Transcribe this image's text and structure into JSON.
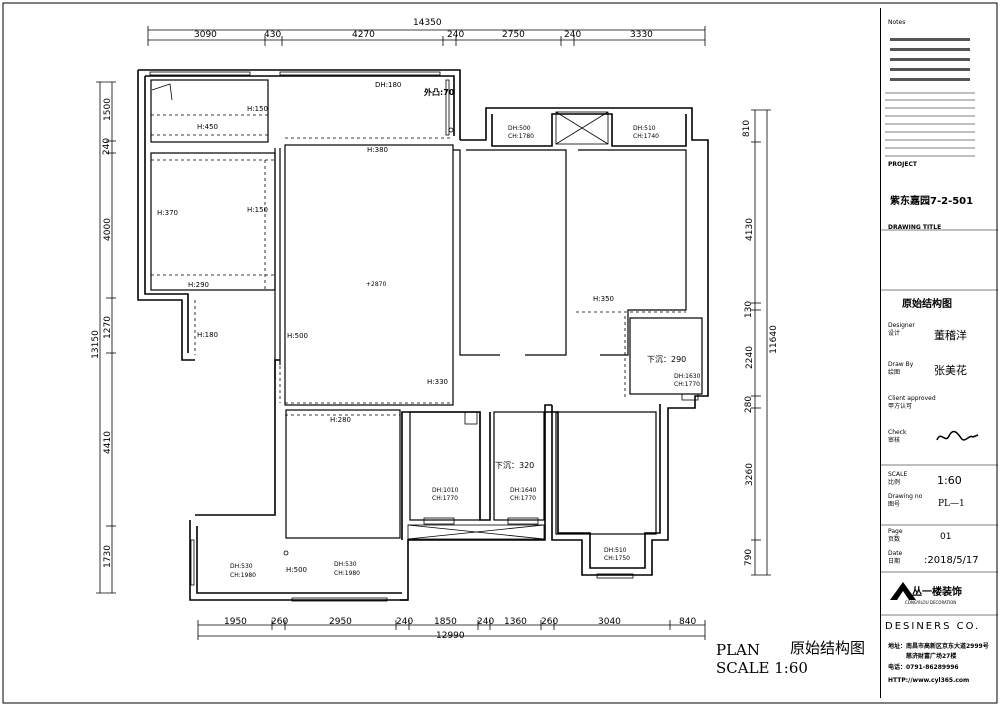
{
  "dims": {
    "top_total": "14350",
    "top": [
      "3090",
      "430",
      "4270",
      "240",
      "2750",
      "240",
      "3330"
    ],
    "bottom_total": "12990",
    "bottom": [
      "1950",
      "260",
      "2950",
      "240",
      "1850",
      "240",
      "1360",
      "260",
      "3040",
      "840"
    ],
    "left_total": "13150",
    "left": [
      "1500",
      "240",
      "4000",
      "1270",
      "4410",
      "1730"
    ],
    "right_total": "11640",
    "right": [
      "810",
      "4130",
      "130",
      "2240",
      "280",
      "3260",
      "790"
    ]
  },
  "labels": {
    "dh180_top": "DH:180",
    "waitu": "外凸:70",
    "h150a": "H:150",
    "h450": "H:450",
    "h380": "H:380",
    "dh500_ch1780": [
      "DH:500",
      "CH:1780"
    ],
    "dh510_ch1740": [
      "DH:510",
      "CH:1740"
    ],
    "h370": "H:370",
    "h150b": "H:150",
    "elev": "+2870",
    "h290": "H:290",
    "h350": "H:350",
    "h180": "H:180",
    "h500a": "H:500",
    "xiachen290": "下沉：290",
    "dh1630_ch1770": [
      "DH:1630",
      "CH:1770"
    ],
    "h330": "H:330",
    "h280": "H:280",
    "xiachen320": "下沉：320",
    "dh1010_ch1770": [
      "DH:1010",
      "CH:1770"
    ],
    "dh1640_ch1770": [
      "DH:1640",
      "CH:1770"
    ],
    "dh530a": [
      "DH:530",
      "CH:1980"
    ],
    "h500b": "H:500",
    "dh530b": [
      "DH:530",
      "CH:1980"
    ],
    "dh510_ch1750": [
      "DH:510",
      "CH:1750"
    ]
  },
  "plan_caption": {
    "plan": "PLAN",
    "title": "原始结构图",
    "scale": "SCALE 1:60"
  },
  "title_block": {
    "notes": "Notes",
    "project_label": "PROJECT",
    "project": "紫东嘉园7-2-501",
    "drawing_title_label": "DRAWING TITLE",
    "drawing_title": "原始结构图",
    "designer_label": "Designer",
    "designer_cn": "设计",
    "designer": "董稽洋",
    "draw_by_label": "Draw By",
    "draw_by_cn": "绘图",
    "draw_by": "张美花",
    "client_label": "Client approved",
    "client_cn": "甲方认可",
    "check_label": "Check",
    "check_cn": "审核",
    "scale_label": "SCALE",
    "scale_cn": "比例",
    "scale": "1:60",
    "drawing_no_label": "Drawing no",
    "drawing_no_cn": "图号",
    "drawing_no": "PL—1",
    "page_label": "Page",
    "page_cn": "页数",
    "page": "01",
    "date_label": "Date",
    "date_cn": "日期",
    "date": ":2018/5/17",
    "company": "丛一楼装饰",
    "company_en": "CONGYILOU DECORATION",
    "designers": "DESINERS CO.",
    "address": "地址：南昌市高新区京东大道2999号",
    "address2": "慈济财富广场27楼",
    "phone": "电话：0791-86289996",
    "web": "HTTP://www.cyl365.com"
  }
}
